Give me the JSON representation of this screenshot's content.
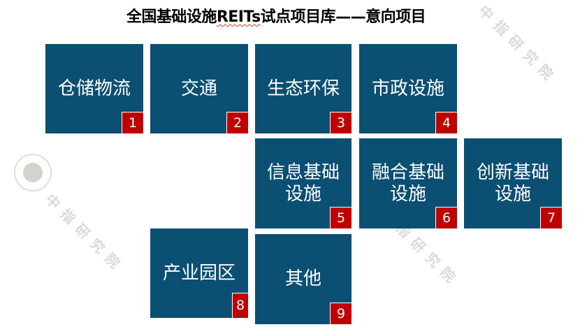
{
  "title": {
    "prefix": "全国基础设施",
    "reits": "REITs",
    "suffix": "试点项目库——意向项目"
  },
  "watermark": "中指研究院",
  "colors": {
    "tile": "#0b4f72",
    "badge": "#c00000"
  },
  "tiles": [
    {
      "label": "仓储物流",
      "number": "1"
    },
    {
      "label": "交通",
      "number": "2"
    },
    {
      "label": "生态环保",
      "number": "3"
    },
    {
      "label": "市政设施",
      "number": "4"
    },
    {
      "label": "信息基础\n设施",
      "number": "5"
    },
    {
      "label": "融合基础\n设施",
      "number": "6"
    },
    {
      "label": "创新基础\n设施",
      "number": "7"
    },
    {
      "label": "产业园区",
      "number": "8"
    },
    {
      "label": "其他",
      "number": "9"
    }
  ]
}
